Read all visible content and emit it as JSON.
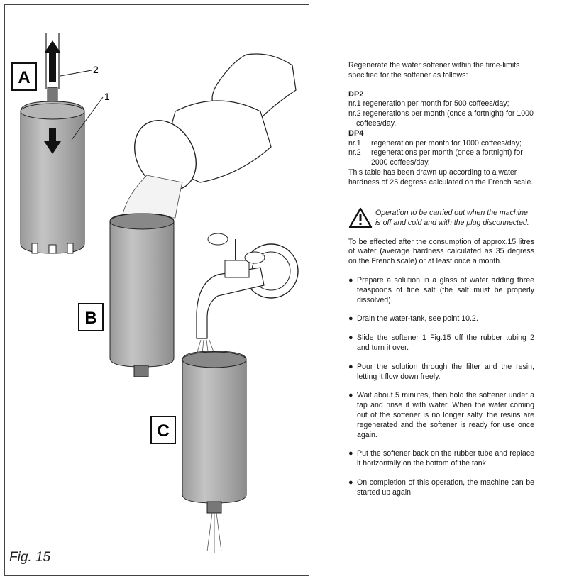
{
  "figure": {
    "caption": "Fig. 15",
    "label_a": "A",
    "label_b": "B",
    "label_c": "C",
    "callout_1": "1",
    "callout_2": "2"
  },
  "instructions": {
    "intro": "Regenerate the water softener within the time-limits specified for the softener as follows:",
    "dp2": {
      "heading": "DP2",
      "rows": [
        {
          "key": "nr.1",
          "text": "regeneration per month for 500 coffees/day;"
        },
        {
          "key": "nr.2",
          "text": "regenerations per month (once a fortnight) for 1000 coffees/day."
        }
      ]
    },
    "dp4": {
      "heading": "DP4",
      "rows": [
        {
          "key": "nr.1",
          "text": "regeneration per month for 1000 coffees/day;"
        },
        {
          "key": "nr.2",
          "text": "regenerations per month (once a fortnight) for 2000 coffees/day."
        }
      ]
    },
    "table_note": "This table has been drawn up according to a water hardness of 25 degress calculated on the French scale.",
    "warning": "Operation to be carried out when the machine is off and cold and with the plug disconnected.",
    "effected": "To be effected after the consumption of approx.15 litres of water (average hardness calculated as 35 degress on the French scale) or at least once a month.",
    "bullets": [
      "Prepare a solution in a glass of water adding three teaspoons of fine salt (the salt must be properly dissolved).",
      "Drain the water-tank, see point 10.2.",
      "Slide the softener 1 Fig.15 off the rubber tubing 2 and turn it over.",
      "Pour the solution through the filter and the resin, letting it flow down freely.",
      "Wait about 5 minutes, then hold the softener under a tap and rinse it with water. When the water coming out of the softener is no longer salty, the resins are regenerated and the softener is ready for use once again.",
      "Put the softener back on the rubber tube and replace it horizontally on the bottom of the tank.",
      "On completion of this operation, the machine can be started up again"
    ]
  }
}
